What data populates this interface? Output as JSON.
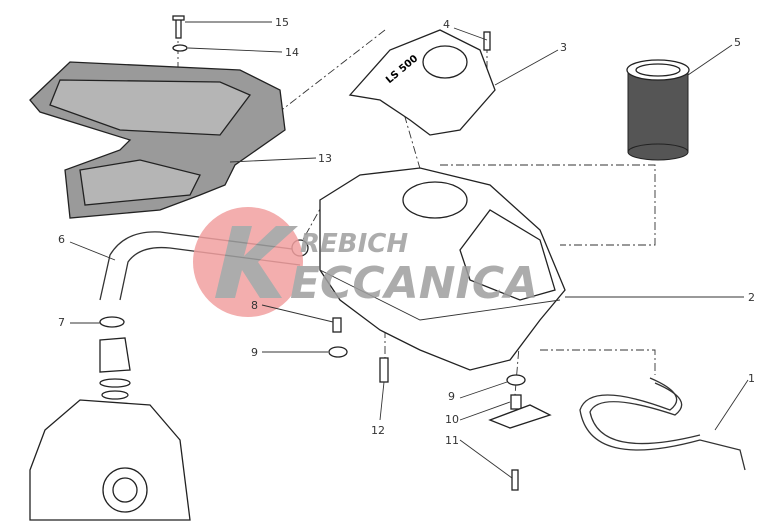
{
  "diagram": {
    "title": "Air intake / airbox exploded parts diagram",
    "watermark": {
      "letter": "K",
      "line1": "REBICH",
      "line2": "ECCANICA",
      "circle_color": "#f2a0a0",
      "text_color": "#9e9e9e"
    },
    "callouts": [
      "15",
      "14",
      "4",
      "3",
      "5",
      "13",
      "6",
      "2",
      "7",
      "8",
      "9",
      "9",
      "10",
      "12",
      "11",
      "1"
    ],
    "stamp_text": "LS 500"
  }
}
